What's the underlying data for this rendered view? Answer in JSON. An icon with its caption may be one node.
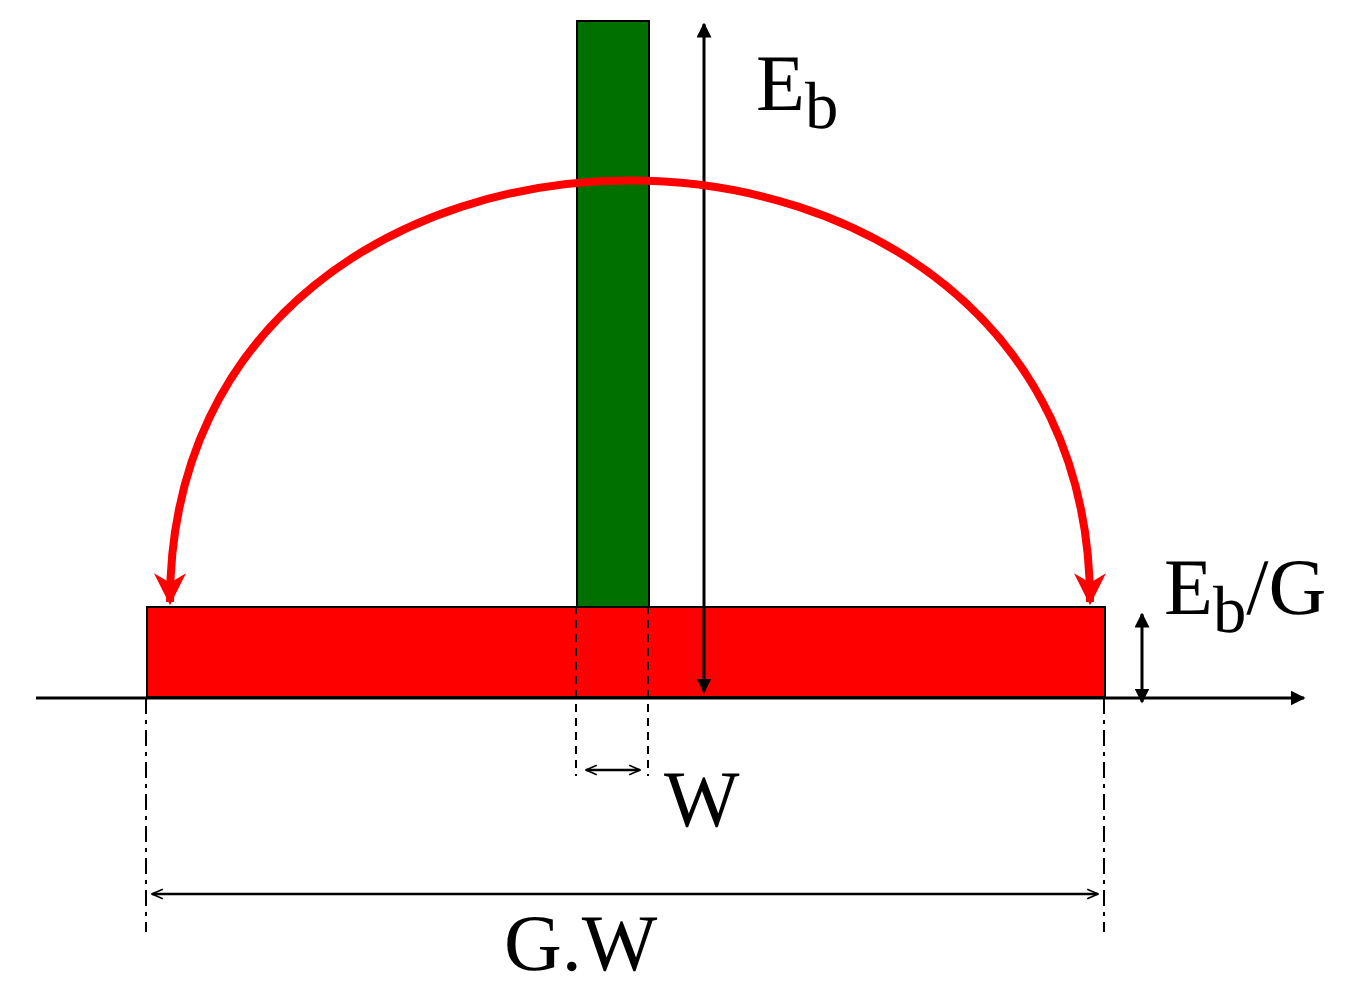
{
  "diagram": {
    "nodes": [
      {
        "text": [],
        "shape": "bar"
      },
      {
        "text": [],
        "shape": "bar"
      }
    ],
    "labels": [
      "E$_{b}$",
      "E$_{b}$/G",
      "W",
      "G.W"
    ]
  }
}
